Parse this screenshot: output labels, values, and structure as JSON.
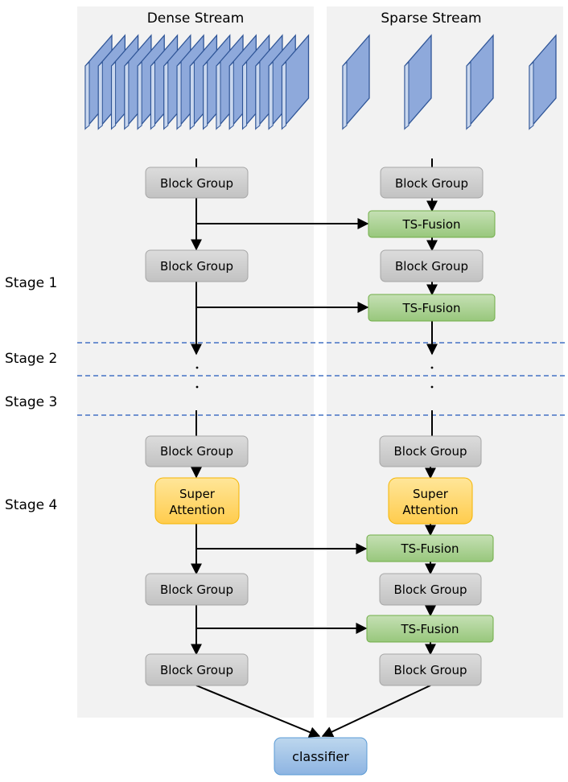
{
  "streams": {
    "dense": {
      "title": "Dense Stream"
    },
    "sparse": {
      "title": "Sparse Stream"
    }
  },
  "stages": [
    "Stage 1",
    "Stage 2",
    "Stage 3",
    "Stage 4"
  ],
  "nodes": {
    "block_group": "Block Group",
    "ts_fusion": "TS-Fusion",
    "super_attention": [
      "Super",
      "Attention"
    ],
    "classifier": "classifier"
  },
  "colors": {
    "panel": "#f2f2f2",
    "block_group": "#d0d0d0",
    "ts_fusion": "#a9d18e",
    "super_attention": "#ffd966",
    "classifier": "#9dc3e6",
    "frame": "#8faadc",
    "stage_divider": "#4472c4"
  }
}
